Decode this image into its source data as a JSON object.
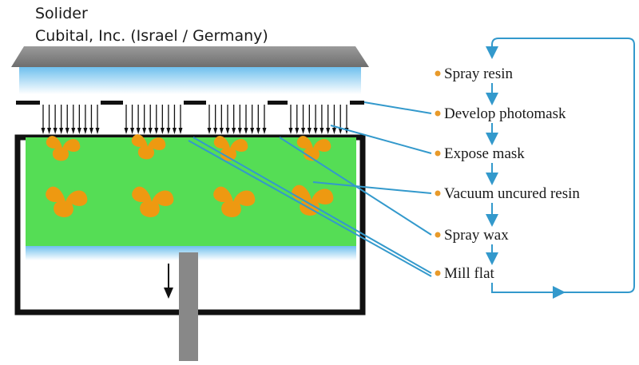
{
  "title": "Solider",
  "subtitle": "Cubital, Inc. (Israel / Germany)",
  "steps": [
    "Spray resin",
    "Develop photomask",
    "Expose mask",
    "Vacuum uncured resin",
    "Spray wax",
    "Mill flat"
  ],
  "colors": {
    "wax": "#55dd55",
    "part": "#ee9911",
    "leader": "#3399cc",
    "bullet": "#e89a2a",
    "lamp_housing": "#888888",
    "lamp_glow": "#7fc8f0",
    "support": "#888888"
  }
}
